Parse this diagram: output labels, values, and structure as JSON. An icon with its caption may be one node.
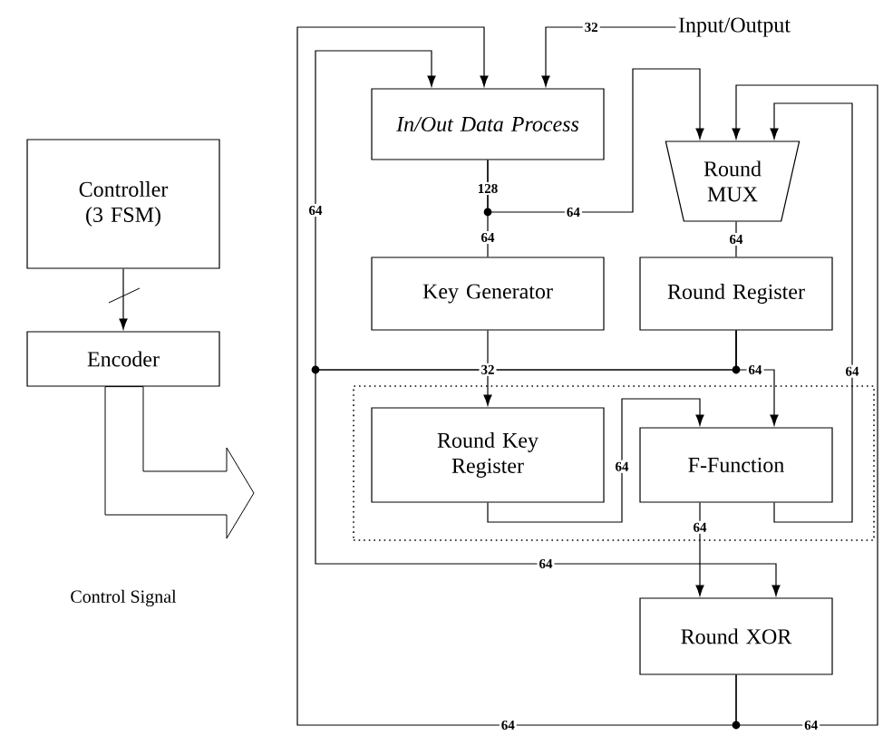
{
  "diagram": {
    "nodes": [
      {
        "text": [
          "Controller (3 FSM)"
        ]
      },
      {
        "text": [
          "Encoder"
        ]
      },
      {
        "text": [
          "Input/Output"
        ]
      },
      {
        "text": [
          "In/Out Data Process"
        ]
      },
      {
        "text": [
          "Round MUX"
        ]
      },
      {
        "text": [
          "Key Generator"
        ]
      },
      {
        "text": [
          "Round Register"
        ]
      },
      {
        "text": [],
        "shape": "box"
      },
      {
        "text": [
          "Round Key Register"
        ],
        "in": 7
      },
      {
        "text": [
          "F-Function"
        ],
        "in": 7
      },
      {
        "text": [
          "Round XOR"
        ]
      }
    ],
    "edges": [
      {
        "from": 0,
        "to": 1,
        "arrow": "to"
      },
      {
        "from": 1,
        "to": null,
        "arrow": "to"
      },
      {
        "from": 2,
        "to": 3,
        "arrow": "to",
        "label": "32"
      },
      {
        "from": 10,
        "to": 3,
        "arrow": "to",
        "label": "64"
      },
      {
        "from": 6,
        "to": 3,
        "arrow": "to",
        "label": "64"
      },
      {
        "from": 3,
        "to": 4,
        "arrow": "to",
        "label": "64"
      },
      {
        "from": 3,
        "to": 5,
        "arrow": "none",
        "label": "64"
      },
      {
        "from": 10,
        "to": 4,
        "arrow": "to",
        "label": "64"
      },
      {
        "from": 9,
        "to": 4,
        "arrow": "to",
        "label": "64"
      },
      {
        "from": 4,
        "to": 6,
        "arrow": "none",
        "label": "64"
      },
      {
        "from": 5,
        "to": 8,
        "arrow": "to",
        "label": "32"
      },
      {
        "from": 6,
        "to": 9,
        "arrow": "to",
        "label": "64"
      },
      {
        "from": 8,
        "to": 9,
        "arrow": "to",
        "label": "64"
      },
      {
        "from": 9,
        "to": 10,
        "arrow": "to",
        "label": "64"
      },
      {
        "from": 6,
        "to": 10,
        "arrow": "to",
        "label": "64"
      }
    ],
    "labels": [
      "128",
      "Control Signal"
    ]
  }
}
